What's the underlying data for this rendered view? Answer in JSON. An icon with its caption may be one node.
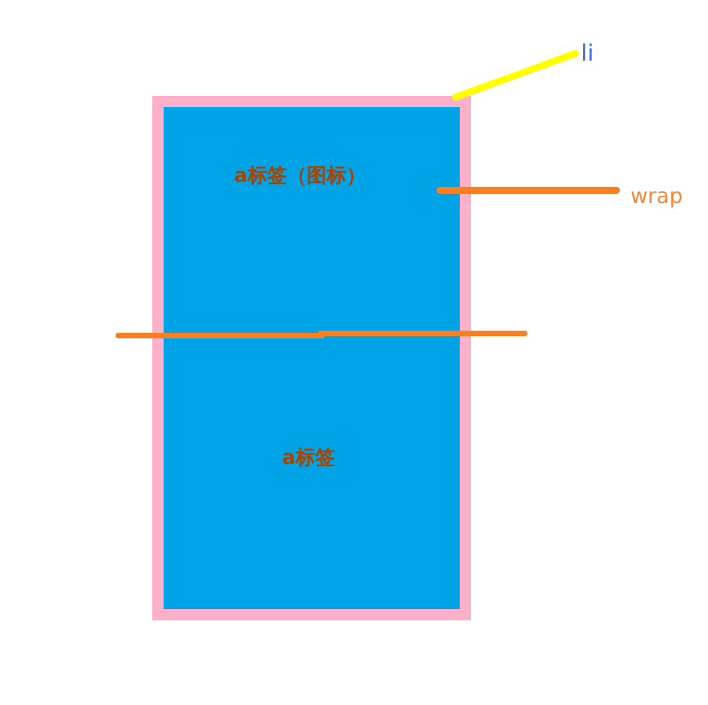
{
  "diagram": {
    "nodes": [
      {
        "text": [
          "li"
        ]
      },
      {
        "text": [],
        "shape": "box"
      },
      {
        "text": [
          "a标签（图标）"
        ],
        "in": 1
      },
      {
        "text": [
          "a标签"
        ],
        "in": 1
      },
      {
        "text": [
          "wrap"
        ]
      }
    ],
    "edges": [
      {
        "from": 0,
        "to": 1,
        "arrow": "none",
        "color": "#ffff00"
      },
      {
        "from": 4,
        "to": 2,
        "arrow": "none",
        "color": "#f58025"
      }
    ]
  }
}
